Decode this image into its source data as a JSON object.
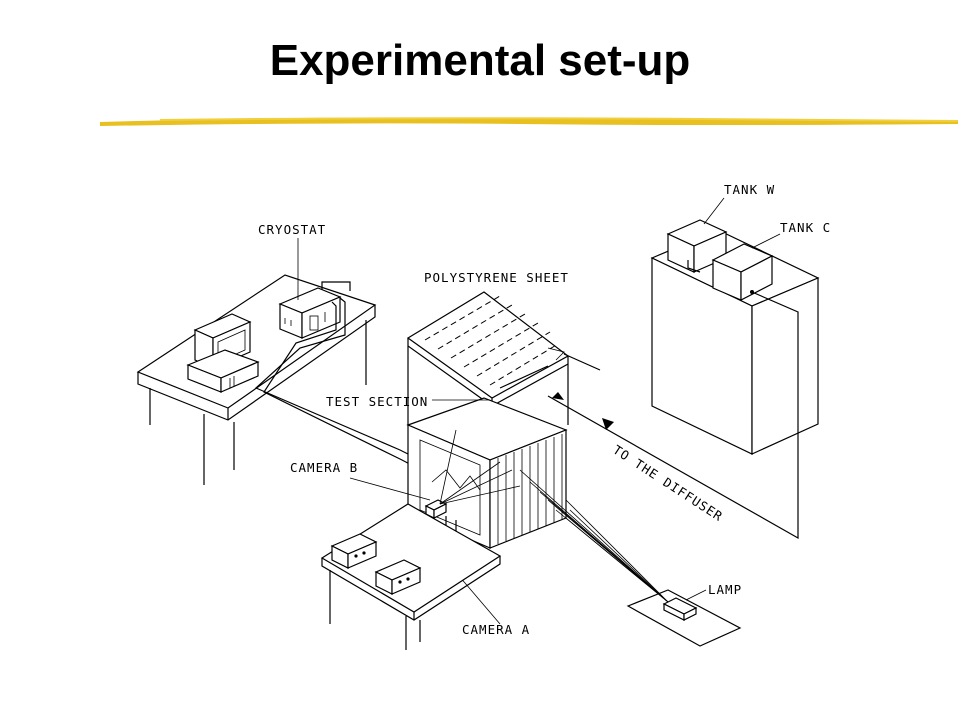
{
  "slide": {
    "title": "Experimental set-up"
  },
  "colors": {
    "title_underline": "#e8c020",
    "ink": "#000000",
    "background": "#ffffff"
  },
  "diagram": {
    "labels": {
      "cryostat": "CRYOSTAT",
      "polystyrene_sheet": "POLYSTYRENE SHEET",
      "test_section": "TEST SECTION",
      "camera_b": "CAMERA B",
      "camera_a": "CAMERA A",
      "tank_w": "TANK W",
      "tank_c": "TANK C",
      "to_the_diffuser": "TO THE DIFFUSER",
      "lamp": "LAMP"
    }
  }
}
